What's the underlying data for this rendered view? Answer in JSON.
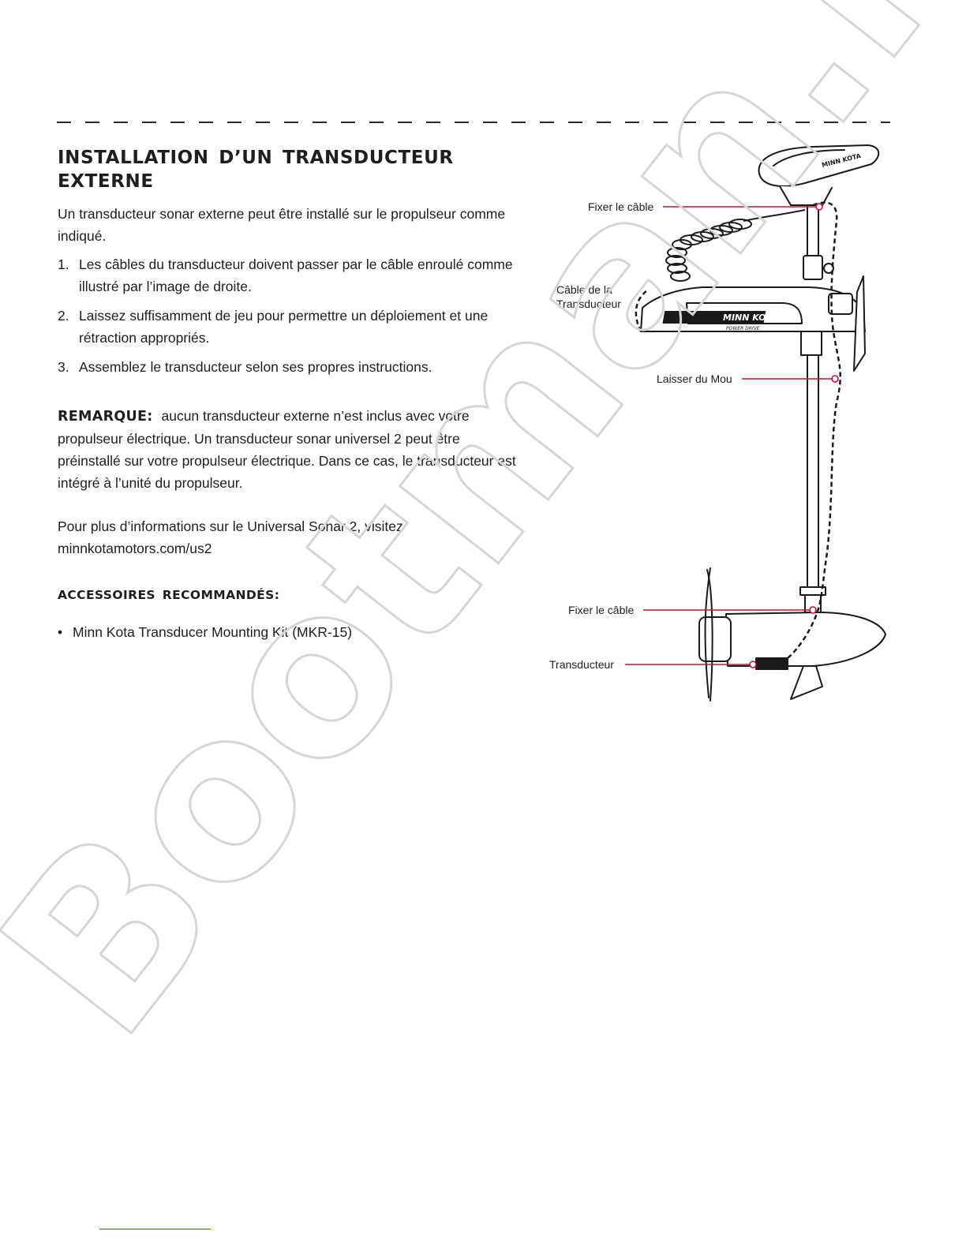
{
  "section": {
    "title": "INSTALLATION D’UN TRANSDUCTEUR EXTERNE",
    "intro": "Un transducteur sonar externe peut être installé sur le propulseur comme indiqué.",
    "steps": [
      {
        "num": "1.",
        "text": "Les câbles du transducteur doivent passer par le câble enroulé comme illustré par l’image de droite."
      },
      {
        "num": "2.",
        "text": "Laissez suffisamment de jeu pour permettre un déploiement et une rétraction appropriés."
      },
      {
        "num": "3.",
        "text": "Assemblez le transducteur selon ses propres instructions."
      }
    ],
    "note_label": "REMARQUE:",
    "note_text": "aucun transducteur externe n’est inclus avec votre propulseur électrique. Un transducteur sonar universel 2 peut être préinstallé sur votre propulseur électrique. Dans ce cas, le transducteur est intégré à l’unité du propulseur.",
    "info_line1": "Pour plus d’informations sur le Universal Sonar 2, visitez",
    "info_line2": "minnkotamotors.com/us2",
    "accessories_title": "ACCESSOIRES RECOMMANDÉS:",
    "accessories": [
      {
        "bullet": "•",
        "text": "Minn Kota Transducer Mounting Kit (MKR-15)"
      }
    ]
  },
  "figure": {
    "callouts": {
      "secure_top": "Fixer le câble",
      "cable_l1": "Câble de la",
      "cable_l2": "Transducteur",
      "slack": "Laisser du Mou",
      "secure_bottom": "Fixer le câble",
      "transducer": "Transducteur"
    },
    "logo_text": "MINN KOTA",
    "logo_sub": "POWER DRIVE",
    "callout_color": "#c8102e"
  },
  "watermark": {
    "text": "Bootman.nl"
  }
}
